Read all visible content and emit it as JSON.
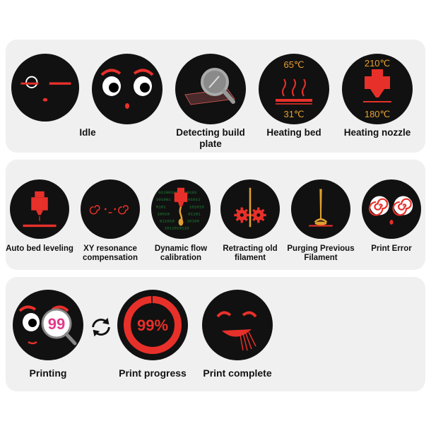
{
  "colors": {
    "accent_red": "#e8302a",
    "panel": "#f0f0f0",
    "disc": "#111111",
    "label": "#111111",
    "gold": "#e0a030",
    "matrix_green": "#1f8a3a"
  },
  "row1": {
    "items": [
      {
        "label": "Idle"
      },
      {
        "label": "Detecting build plate"
      },
      {
        "label": "Heating bed",
        "top_temp": "65℃",
        "bottom_temp": "31℃"
      },
      {
        "label": "Heating nozzle",
        "top_temp": "210℃",
        "bottom_temp": "180℃"
      }
    ]
  },
  "row2": {
    "items": [
      {
        "label": "Auto bed leveling"
      },
      {
        "label": "XY resonance compensation"
      },
      {
        "label": "Dynamic flow calibration"
      },
      {
        "label": "Retracting old filament"
      },
      {
        "label": "Purging Previous Filament"
      },
      {
        "label": "Print Error"
      }
    ]
  },
  "row3": {
    "items": [
      {
        "label": "Printing",
        "counter": "99"
      },
      {
        "label": "Print progress",
        "percent_text": "99%",
        "progress": 0.99
      },
      {
        "label": "Print complete"
      }
    ]
  },
  "icons": [
    "winking-face-icon",
    "wide-eyes-face-icon",
    "magnifier-plate-icon",
    "heat-bed-icon",
    "heat-nozzle-icon",
    "bed-level-icon",
    "dizzy-face-icon",
    "flow-calibration-icon",
    "retract-gears-icon",
    "purge-nozzle-icon",
    "error-spiral-eyes-icon",
    "magnifier-face-icon",
    "refresh-arrows-icon",
    "progress-ring-icon",
    "happy-face-icon"
  ]
}
